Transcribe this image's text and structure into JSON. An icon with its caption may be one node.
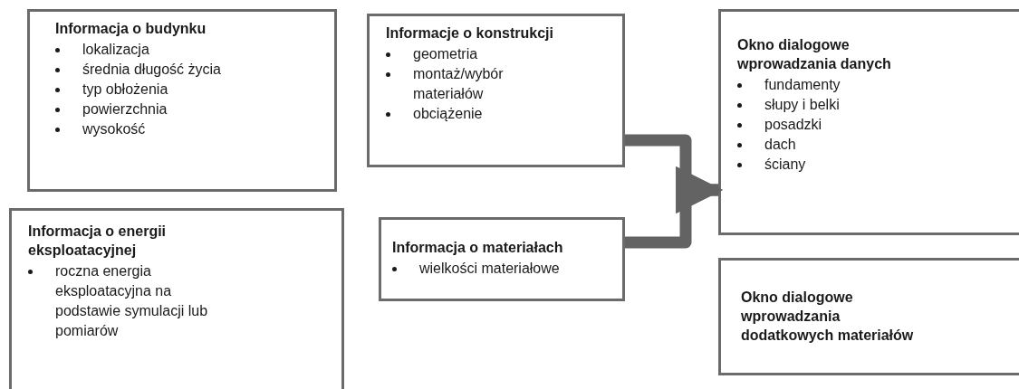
{
  "diagram": {
    "nodes": [
      {
        "text": [
          "Informacja o budynku",
          "lokalizacja",
          "średnia długość życia",
          "typ obłożenia",
          "powierzchnia",
          "wysokość"
        ]
      },
      {
        "text": [
          "Informacje o konstrukcji",
          "geometria",
          "montaż/wybór materiałów",
          "obciążenie"
        ]
      },
      {
        "text": [
          "Informacja o energii eksploatacyjnej",
          "roczna energia eksploatacyjna na podstawie symulacji lub pomiarów"
        ]
      },
      {
        "text": [
          "Informacja o materiałach",
          "wielkości materiałowe"
        ]
      },
      {
        "text": [
          "Okno dialogowe wprowadzania danych",
          "fundamenty",
          "słupy i belki",
          "posadzki",
          "dach",
          "ściany"
        ]
      },
      {
        "text": [
          "Okno dialogowe wprowadzania dodatkowych materiałów"
        ]
      }
    ],
    "edges": [
      {
        "from": 1,
        "to": 4,
        "arrow": "to"
      },
      {
        "from": 3,
        "to": 4,
        "arrow": "to"
      }
    ]
  }
}
